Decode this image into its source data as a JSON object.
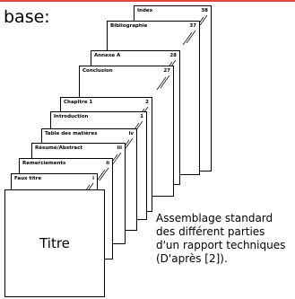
{
  "heading": "base:",
  "pages": [
    {
      "label": "Index",
      "number": "38"
    },
    {
      "label": "Bibliographie",
      "number": "37"
    },
    {
      "label": "Annexe A",
      "number": "28"
    },
    {
      "label": "Conclusion",
      "number": "27"
    },
    {
      "label": "Chapitre 1",
      "number": "2"
    },
    {
      "label": "Introduction",
      "number": "1"
    },
    {
      "label": "Table des matières",
      "number": "iv"
    },
    {
      "label": "Résumé/Abstract",
      "number": "iii"
    },
    {
      "label": "Remerciements",
      "number": "ii"
    },
    {
      "label": "Faux titre",
      "number": "i"
    }
  ],
  "front_page": {
    "label": "Titre"
  },
  "caption": [
    "Assemblage standard",
    "des différent parties",
    "d'un rapport techniques",
    "(D'après [2])."
  ]
}
